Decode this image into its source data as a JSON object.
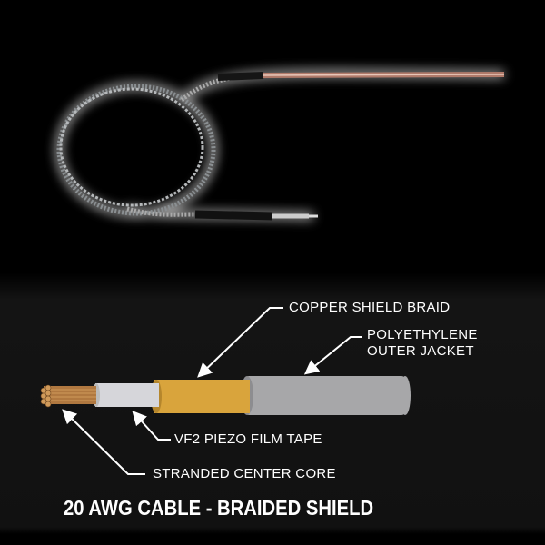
{
  "labels": {
    "copper_shield": "COPPER SHIELD BRAID",
    "jacket_line1": "POLYETHYLENE",
    "jacket_line2": "OUTER  JACKET",
    "piezo_tape": "VF2 PIEZO FILM TAPE",
    "center_core": "STRANDED CENTER CORE"
  },
  "title": "20 AWG CABLE - BRAIDED SHIELD",
  "colors": {
    "copper": "#d9a43c",
    "jacket": "#a7a7a9",
    "tape": "#d6d6da",
    "core": "#b07840"
  }
}
